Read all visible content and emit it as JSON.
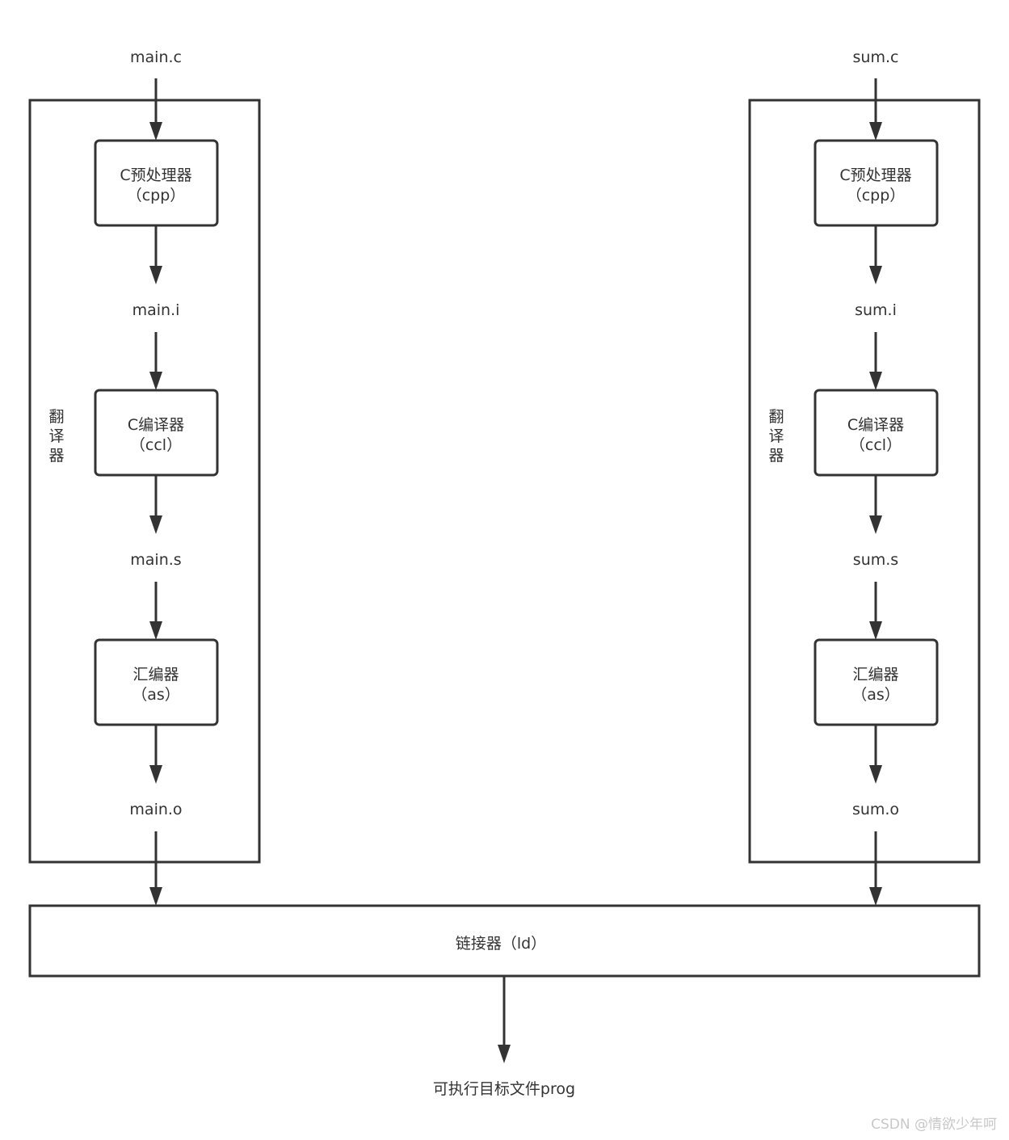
{
  "pipelines": [
    {
      "id": "main",
      "group_label": "翻译器",
      "source": "main.c",
      "preprocessor": {
        "name": "C预处理器",
        "tool": "（cpp）"
      },
      "preprocessed": "main.i",
      "compiler": {
        "name": "C编译器",
        "tool": "（ccl）"
      },
      "assembly": "main.s",
      "assembler": {
        "name": "汇编器",
        "tool": "（as）"
      },
      "object": "main.o"
    },
    {
      "id": "sum",
      "group_label": "翻译器",
      "source": "sum.c",
      "preprocessor": {
        "name": "C预处理器",
        "tool": "（cpp）"
      },
      "preprocessed": "sum.i",
      "compiler": {
        "name": "C编译器",
        "tool": "（ccl）"
      },
      "assembly": "sum.s",
      "assembler": {
        "name": "汇编器",
        "tool": "（as）"
      },
      "object": "sum.o"
    }
  ],
  "linker": {
    "label": "链接器（ld）"
  },
  "output": {
    "label": "可执行目标文件prog"
  },
  "watermark": "CSDN @情欲少年呵",
  "colors": {
    "stroke": "#333333",
    "background": "#ffffff",
    "watermark": "#c8c8c8"
  }
}
